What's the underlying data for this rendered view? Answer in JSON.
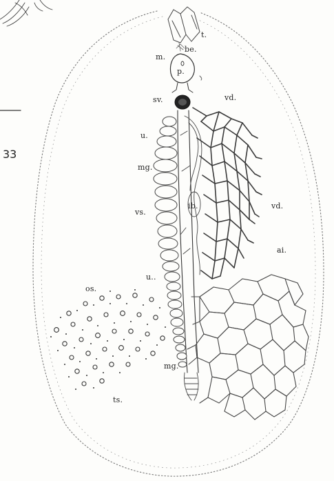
{
  "figure": {
    "number": "33",
    "labels": {
      "t": "t.",
      "be": "be.",
      "m": "m.",
      "p": "p.",
      "sv": "sv.",
      "vd_top": "vd.",
      "u_top": "u.",
      "mg_top": "mg.",
      "ib": "ib.",
      "vd_side": "vd.",
      "vs": "vs.",
      "ai": "ai.",
      "u_low": "u..",
      "os": "os.",
      "mg_low": "mg.",
      "ts": "ts."
    }
  }
}
